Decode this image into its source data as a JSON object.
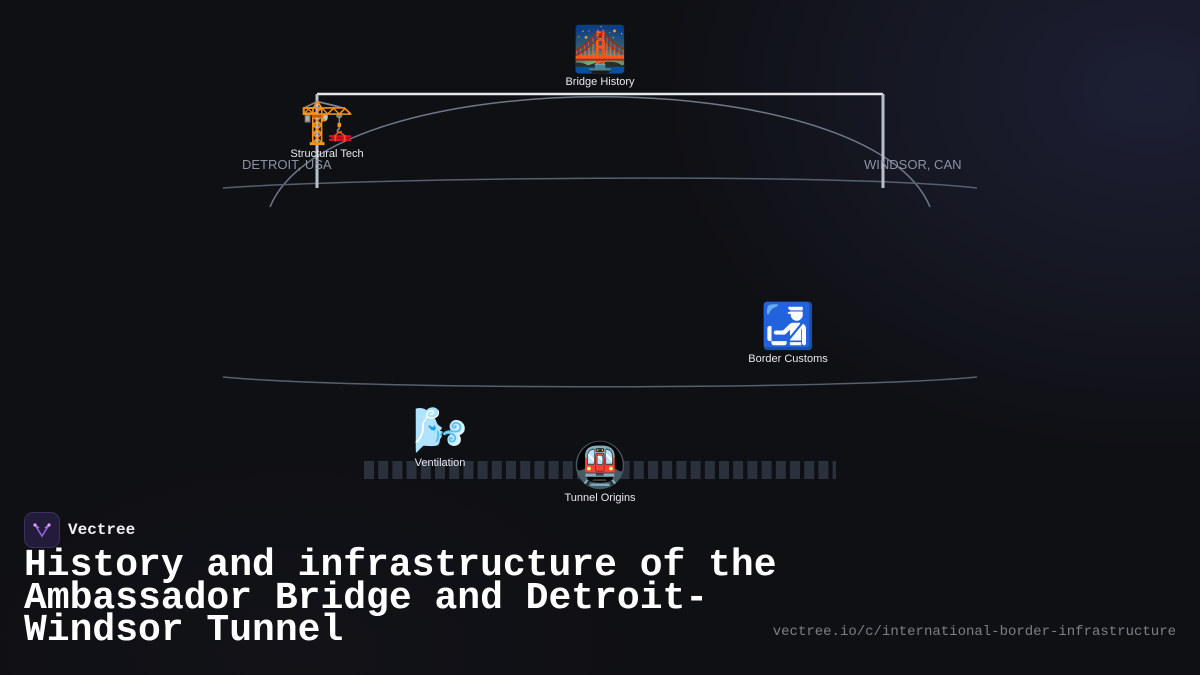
{
  "diagram": {
    "cities": {
      "left": "DETROIT, USA",
      "right": "WINDSOR, CAN"
    },
    "nodes": [
      {
        "id": "bridge-history",
        "emoji": "🌉",
        "label": "Bridge History"
      },
      {
        "id": "structural-tech",
        "emoji": "🏗️",
        "label": "Structural Tech"
      },
      {
        "id": "border-customs",
        "emoji": "🛃",
        "label": "Border Customs"
      },
      {
        "id": "ventilation",
        "emoji": "🌬️",
        "label": "Ventilation"
      },
      {
        "id": "tunnel-origins",
        "emoji": "🚇",
        "label": "Tunnel Origins"
      }
    ]
  },
  "footer": {
    "brand": "Vectree",
    "title": "History and infrastructure of the Ambassador Bridge and Detroit-Windsor Tunnel",
    "url": "vectree.io/c/international-border-infrastructure"
  },
  "colors": {
    "background": "#0f1014",
    "line": "#5c6878",
    "bridge_deck": "#e6e8ee",
    "tunnel_track": "#2a313c",
    "brand_accent": "#9b5de5"
  }
}
